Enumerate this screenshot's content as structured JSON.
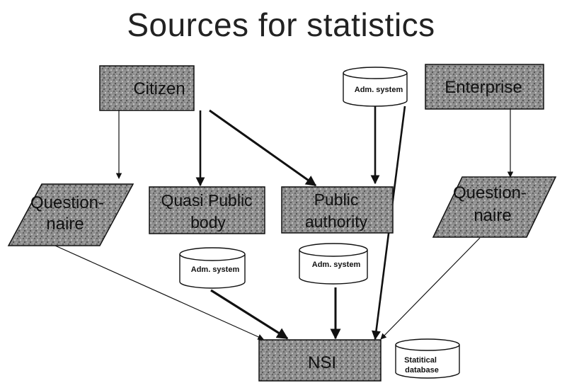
{
  "title": "Sources for statistics",
  "nodes": {
    "citizen": "Citizen",
    "enterprise": "Enterprise",
    "questionnaire_left_line1": "Question-",
    "questionnaire_left_line2": "naire",
    "quasi_public_line1": "Quasi Public",
    "quasi_public_line2": "body",
    "public_authority_line1": "Public",
    "public_authority_line2": "authority",
    "questionnaire_right_line1": "Question-",
    "questionnaire_right_line2": "naire",
    "nsi": "NSI"
  },
  "databases": {
    "adm_system_top": "Adm. system",
    "adm_system_left": "Adm. system",
    "adm_system_center": "Adm. system",
    "statistical_db_line1": "Statitical",
    "statistical_db_line2": "database"
  },
  "colors": {
    "box_fill": "#9a9a9a",
    "stroke": "#111111",
    "background": "#ffffff"
  }
}
